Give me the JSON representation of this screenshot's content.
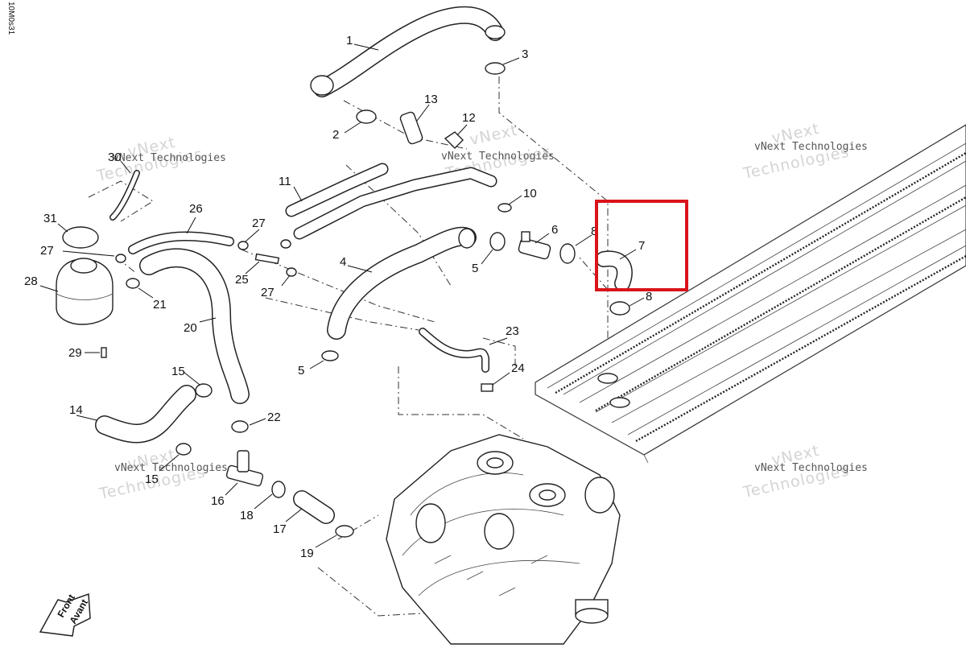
{
  "diagram": {
    "code": "10M0s31",
    "labels": {
      "p1": "1",
      "p2": "2",
      "p3": "3",
      "p4": "4",
      "p5a": "5",
      "p5b": "5",
      "p6": "6",
      "p7": "7",
      "p8a": "8",
      "p8b": "8",
      "p10": "10",
      "p11": "11",
      "p12": "12",
      "p13": "13",
      "p14": "14",
      "p15a": "15",
      "p15b": "15",
      "p16": "16",
      "p17": "17",
      "p18": "18",
      "p19": "19",
      "p20": "20",
      "p21": "21",
      "p22": "22",
      "p23": "23",
      "p24": "24",
      "p25": "25",
      "p26": "26",
      "p27a": "27",
      "p27b": "27",
      "p27c": "27",
      "p28": "28",
      "p29": "29",
      "p30": "30",
      "p31": "31"
    },
    "watermark": {
      "line1": "vNext Technologies",
      "line2": "Technologies"
    },
    "front_arrow": {
      "line1": "Front",
      "line2": "Avant"
    },
    "highlight_color": "#d9141a"
  }
}
